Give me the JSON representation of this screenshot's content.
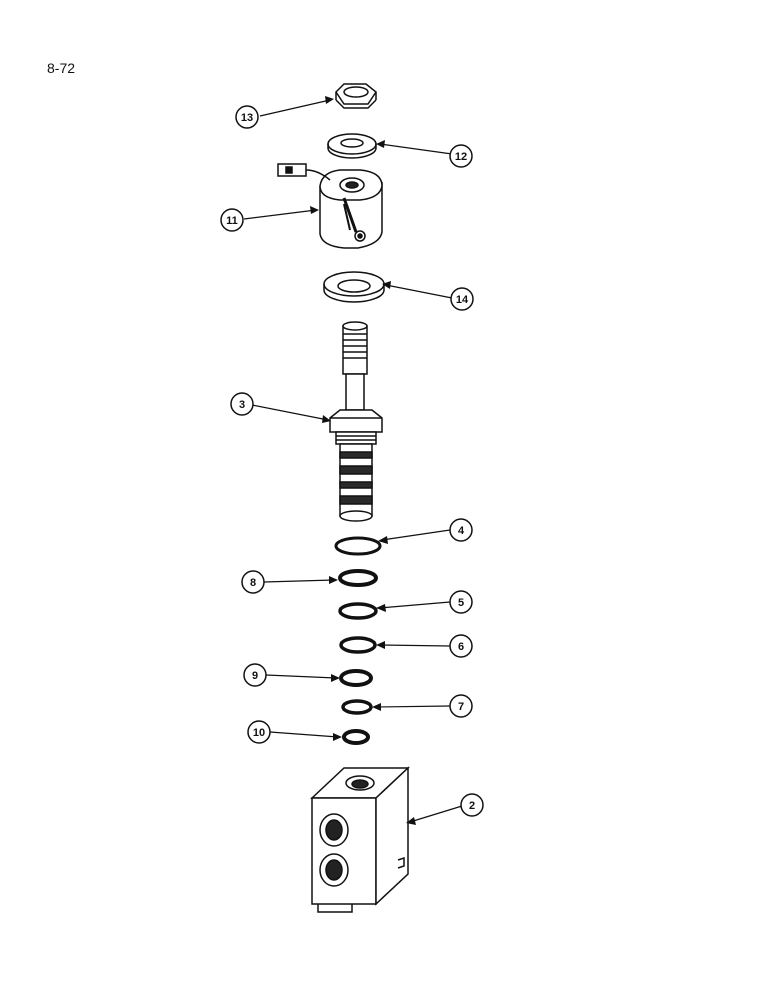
{
  "page": {
    "number": "8-72"
  },
  "callouts": [
    {
      "id": "c13",
      "label": "13"
    },
    {
      "id": "c12",
      "label": "12"
    },
    {
      "id": "c11",
      "label": "11"
    },
    {
      "id": "c14",
      "label": "14"
    },
    {
      "id": "c3",
      "label": "3"
    },
    {
      "id": "c4",
      "label": "4"
    },
    {
      "id": "c8",
      "label": "8"
    },
    {
      "id": "c5",
      "label": "5"
    },
    {
      "id": "c6",
      "label": "6"
    },
    {
      "id": "c9",
      "label": "9"
    },
    {
      "id": "c7",
      "label": "7"
    },
    {
      "id": "c10",
      "label": "10"
    },
    {
      "id": "c2",
      "label": "2"
    }
  ],
  "colors": {
    "ink": "#111111",
    "shade": "#2a2a2a",
    "paper": "#ffffff"
  }
}
